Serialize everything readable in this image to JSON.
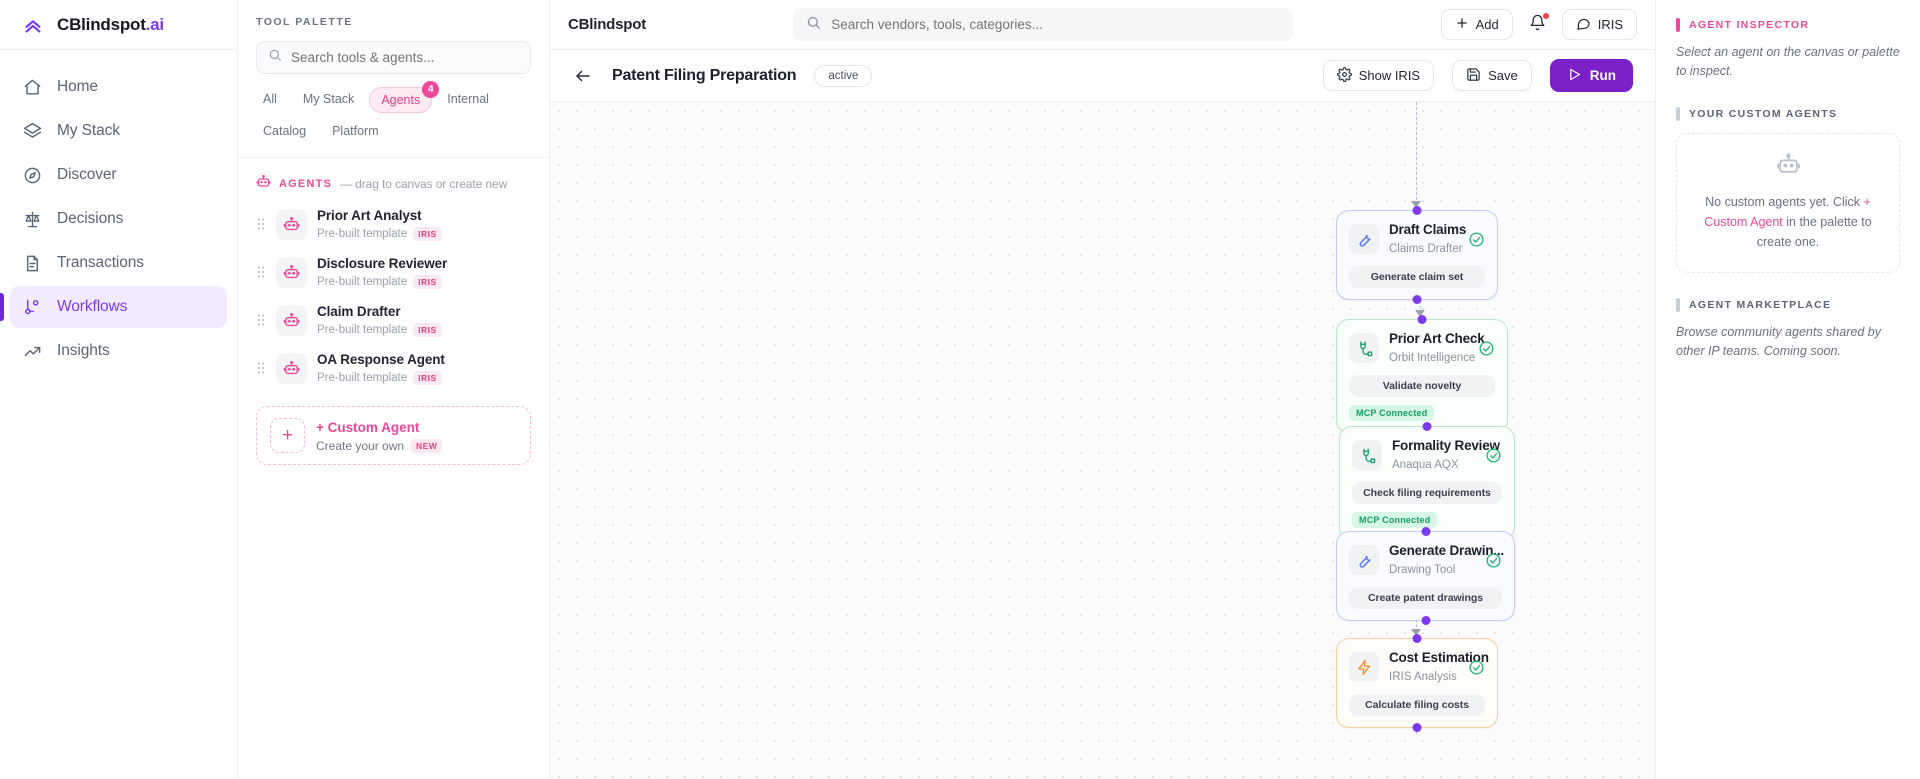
{
  "brand": {
    "name": "CBlindspot",
    "suffix": ".ai",
    "logo_icon": "chevrons-up-icon"
  },
  "nav": {
    "items": [
      {
        "label": "Home",
        "icon": "home-icon",
        "active": false
      },
      {
        "label": "My Stack",
        "icon": "layers-icon",
        "active": false
      },
      {
        "label": "Discover",
        "icon": "compass-icon",
        "active": false
      },
      {
        "label": "Decisions",
        "icon": "scales-icon",
        "active": false
      },
      {
        "label": "Transactions",
        "icon": "document-icon",
        "active": false
      },
      {
        "label": "Workflows",
        "icon": "workflow-icon",
        "active": true
      },
      {
        "label": "Insights",
        "icon": "trending-up-icon",
        "active": false
      }
    ]
  },
  "topbar": {
    "app_name": "CBlindspot",
    "search_placeholder": "Search vendors, tools, categories...",
    "search_value": "",
    "search_icon": "search-icon",
    "add_label": "Add",
    "add_icon": "plus-icon",
    "bell_icon": "bell-icon",
    "iris_label": "IRIS",
    "iris_icon": "chat-bubble-icon"
  },
  "palette": {
    "title": "TOOL PALETTE",
    "search_placeholder": "Search tools & agents...",
    "search_value": "",
    "search_icon": "search-icon",
    "chips": [
      {
        "label": "All",
        "active": false,
        "badge": ""
      },
      {
        "label": "My Stack",
        "active": false,
        "badge": ""
      },
      {
        "label": "Agents",
        "active": true,
        "badge": "4"
      },
      {
        "label": "Internal",
        "active": false,
        "badge": ""
      },
      {
        "label": "Catalog",
        "active": false,
        "badge": ""
      },
      {
        "label": "Platform",
        "active": false,
        "badge": ""
      }
    ],
    "section_title": "AGENTS",
    "section_hint": "— drag to canvas or create new",
    "section_icon": "robot-icon",
    "agents": [
      {
        "name": "Prior Art Analyst",
        "meta": "Pre-built template",
        "tag": "IRIS",
        "icon": "robot-icon"
      },
      {
        "name": "Disclosure Reviewer",
        "meta": "Pre-built template",
        "tag": "IRIS",
        "icon": "robot-icon"
      },
      {
        "name": "Claim Drafter",
        "meta": "Pre-built template",
        "tag": "IRIS",
        "icon": "robot-icon"
      },
      {
        "name": "OA Response Agent",
        "meta": "Pre-built template",
        "tag": "IRIS",
        "icon": "robot-icon"
      }
    ],
    "custom": {
      "title": "+ Custom Agent",
      "subtitle": "Create your own",
      "tag": "NEW",
      "icon": "plus-icon"
    }
  },
  "workflow": {
    "back_icon": "arrow-left-icon",
    "title": "Patent Filing Preparation",
    "status": "active",
    "show_iris_label": "Show IRIS",
    "show_iris_icon": "gear-icon",
    "save_label": "Save",
    "save_icon": "floppy-disk-icon",
    "run_label": "Run",
    "run_icon": "play-icon",
    "run_color": "#7c20c7",
    "nodes": [
      {
        "title": "Draft Claims",
        "subtitle": "Claims Drafter",
        "action": "Generate claim set",
        "icon": "wrench-icon",
        "theme": "blue",
        "mcp": "",
        "check_icon": "check-circle-icon"
      },
      {
        "title": "Prior Art Check",
        "subtitle": "Orbit Intelligence",
        "action": "Validate novelty",
        "icon": "mcp-plug-icon",
        "theme": "green",
        "mcp": "MCP Connected",
        "check_icon": "check-circle-icon"
      },
      {
        "title": "Formality Review",
        "subtitle": "Anaqua AQX",
        "action": "Check filing requirements",
        "icon": "mcp-plug-icon",
        "theme": "green",
        "mcp": "MCP Connected",
        "check_icon": "check-circle-icon"
      },
      {
        "title": "Generate Drawin...",
        "subtitle": "Drawing Tool",
        "action": "Create patent drawings",
        "icon": "wrench-icon",
        "theme": "blue",
        "mcp": "",
        "check_icon": "check-circle-icon"
      },
      {
        "title": "Cost Estimation",
        "subtitle": "IRIS Analysis",
        "action": "Calculate filing costs",
        "icon": "lightning-icon",
        "theme": "orange",
        "mcp": "",
        "check_icon": "check-circle-icon"
      }
    ]
  },
  "inspector": {
    "title": "AGENT INSPECTOR",
    "description": "Select an agent on the canvas or palette to inspect.",
    "custom_title": "YOUR CUSTOM AGENTS",
    "empty_icon": "robot-icon",
    "empty_text_1": "No custom agents yet. Click ",
    "empty_link": "+ Custom Agent",
    "empty_text_2": " in the palette to create one.",
    "marketplace_title": "AGENT MARKETPLACE",
    "marketplace_text": "Browse community agents shared by other IP teams. Coming soon."
  }
}
